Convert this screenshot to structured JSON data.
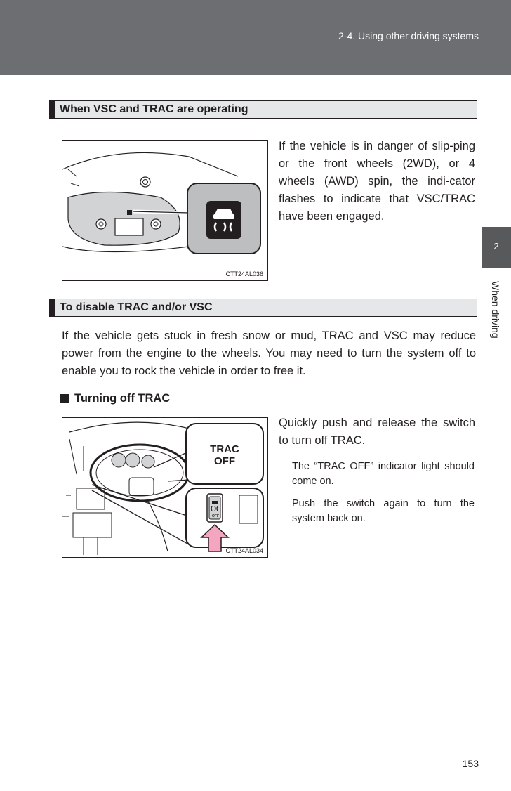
{
  "header": {
    "section_title": "2-4. Using other driving systems"
  },
  "side_tab": {
    "chapter_number": "2",
    "chapter_label": "When driving"
  },
  "section1": {
    "heading": "When VSC and TRAC are operating",
    "figure_code": "CTT24AL036",
    "paragraph": "If the vehicle is in danger of slip-ping or the front wheels (2WD), or 4 wheels (AWD) spin, the indi-cator flashes to indicate that VSC/TRAC have been engaged."
  },
  "section2": {
    "heading": "To disable TRAC and/or VSC",
    "paragraph": "If the vehicle gets stuck in fresh snow or mud, TRAC and VSC may reduce power from the engine to the wheels. You may need to turn the system off to enable you to rock the vehicle in order to free it.",
    "subheading": "Turning off TRAC",
    "figure_code": "CTT24AL034",
    "callout_label_line1": "TRAC",
    "callout_label_line2": "OFF",
    "switch_label": "OFF",
    "instruction": "Quickly push and release the switch to turn off TRAC.",
    "note1": "The “TRAC OFF” indicator light should come on.",
    "note2": "Push the switch again to turn the system back on."
  },
  "page_number": "153",
  "colors": {
    "header_band": "#6d6e71",
    "side_tab": "#58595b",
    "section_bar": "#e6e7e8",
    "arrow_pink": "#f4a6c0"
  }
}
